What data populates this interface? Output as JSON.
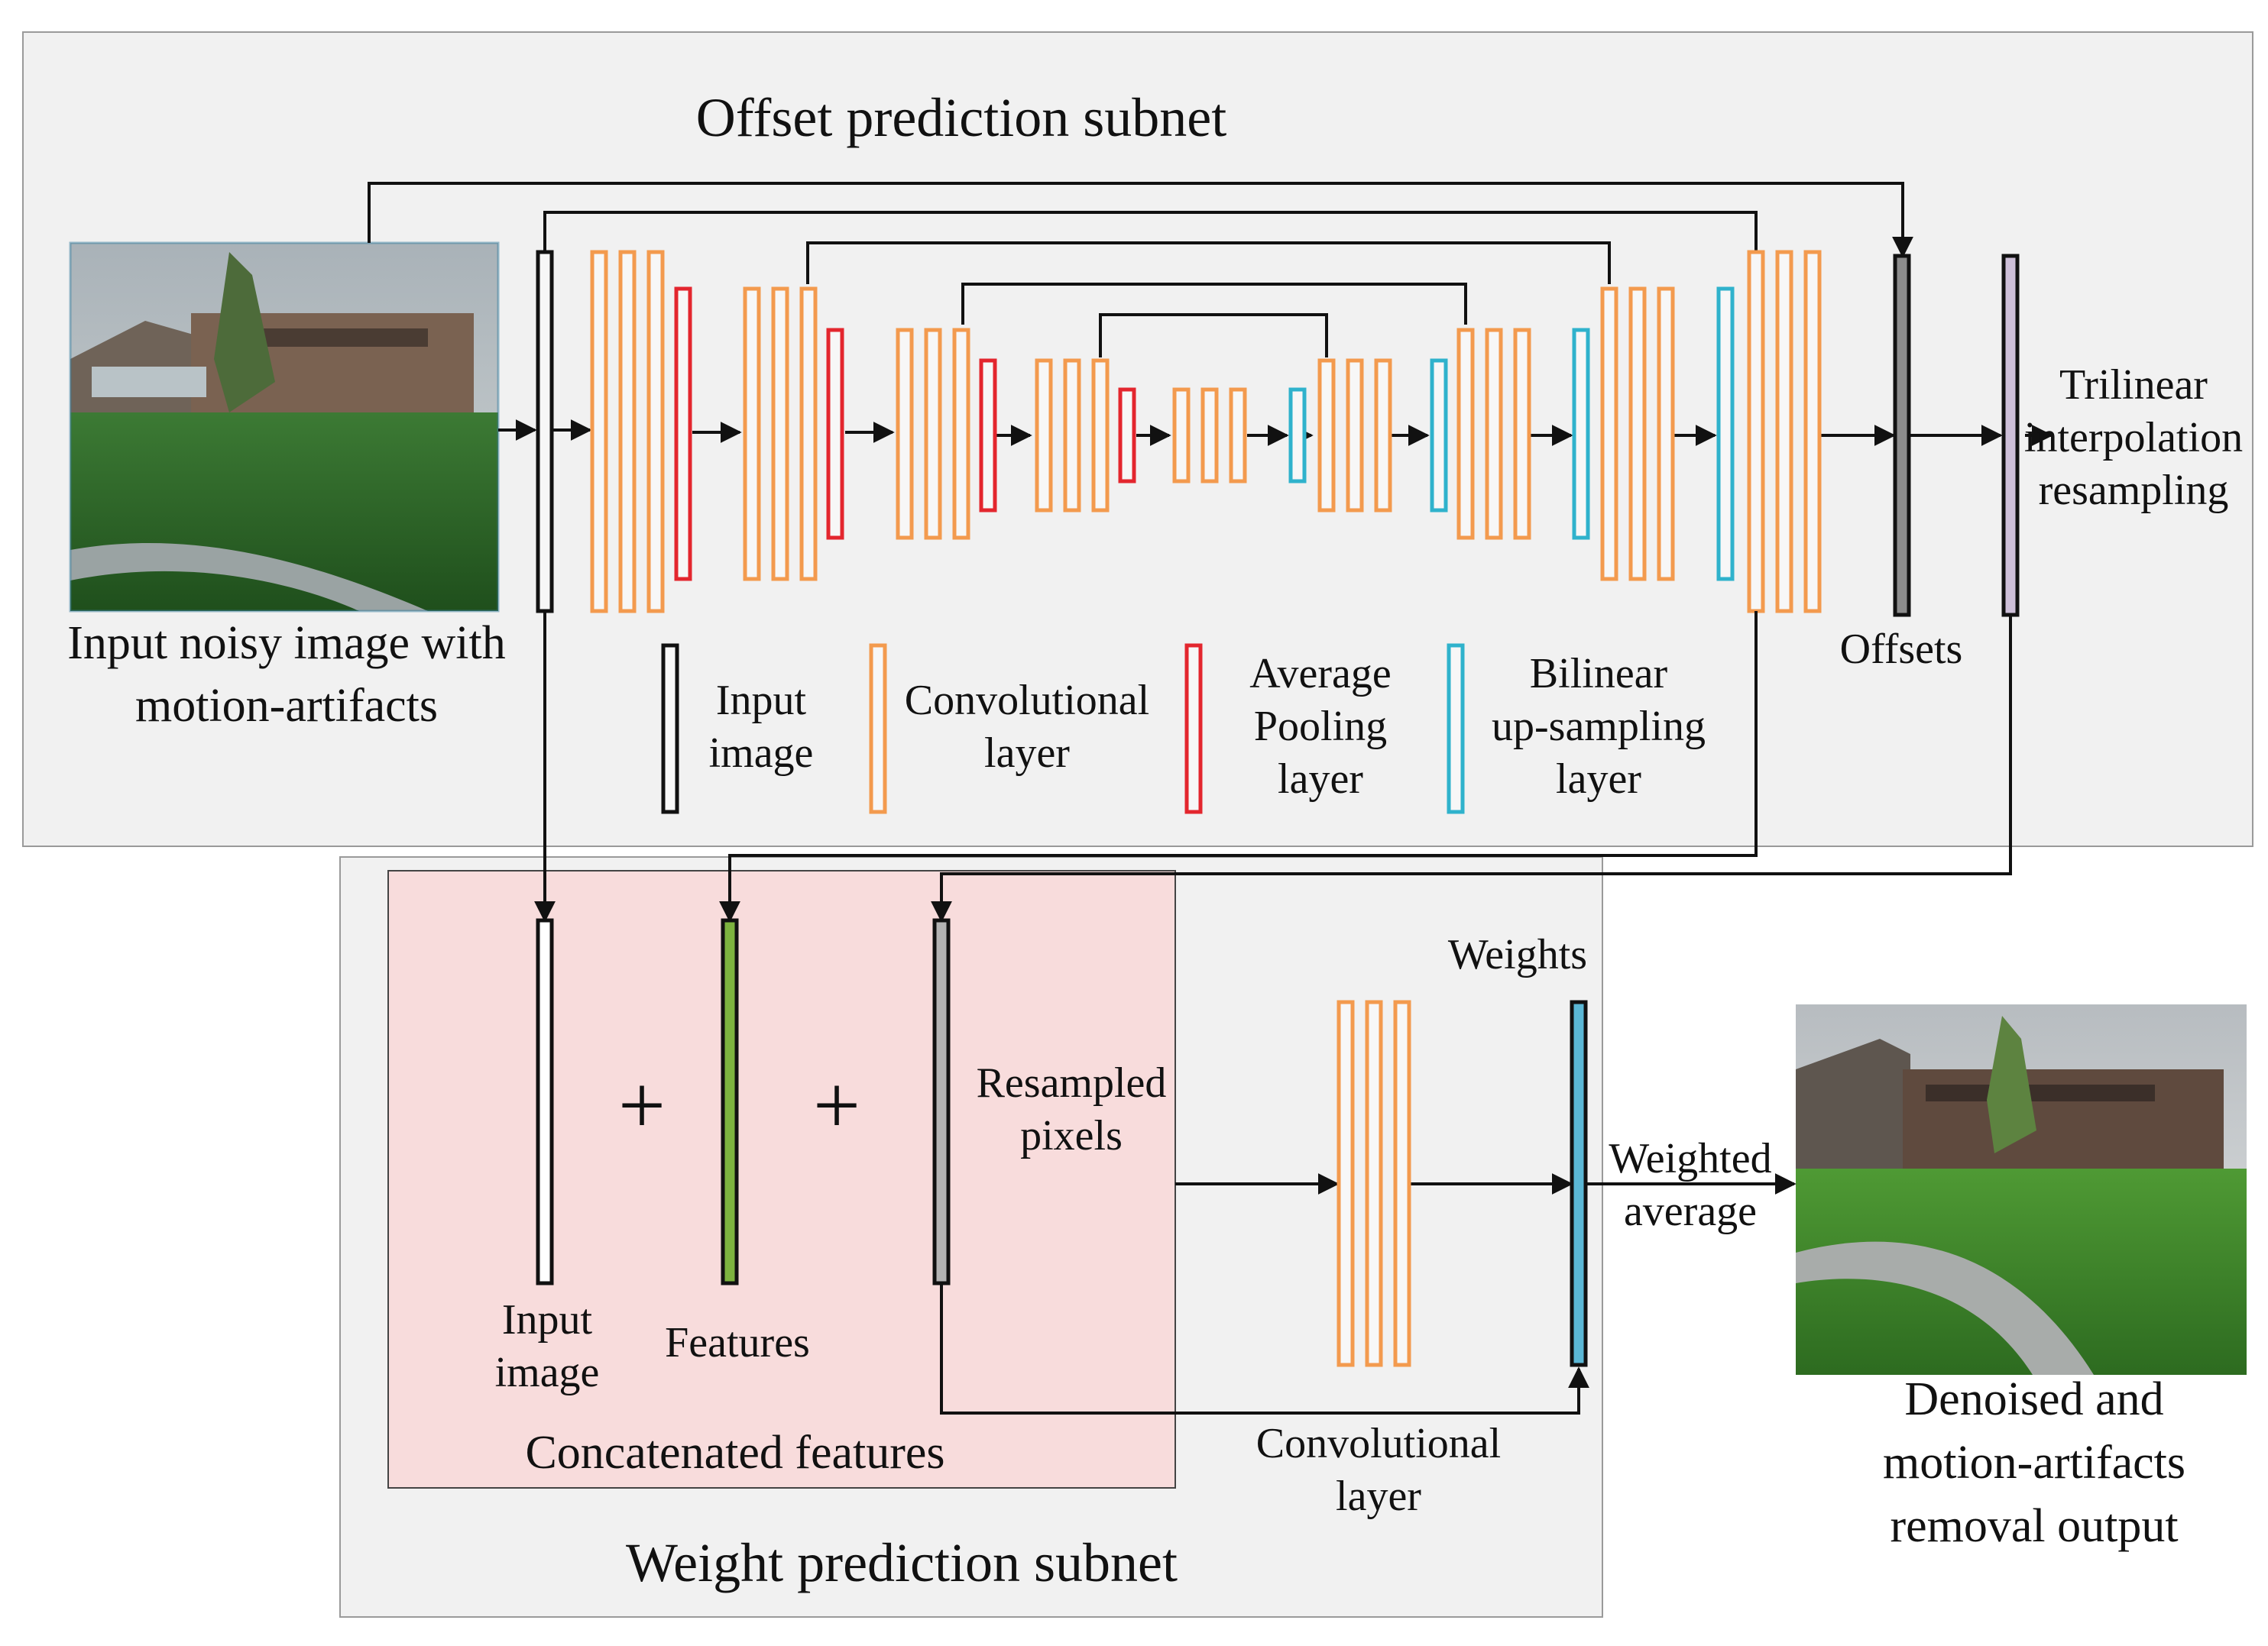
{
  "offset_subnet": {
    "title": "Offset prediction subnet",
    "input_caption": [
      "Input noisy image with",
      "motion-artifacts"
    ],
    "offsets_label": "Offsets",
    "resampling_label": [
      "Trilinear",
      "interpolation",
      "resampling"
    ]
  },
  "legend": {
    "input_image": [
      "Input",
      "image"
    ],
    "conv_layer": [
      "Convolutional",
      "layer"
    ],
    "avg_pool": [
      "Average",
      "Pooling",
      "layer"
    ],
    "bilinear": [
      "Bilinear",
      "up-sampling",
      "layer"
    ]
  },
  "weight_subnet": {
    "title": "Weight prediction subnet",
    "input_image": [
      "Input",
      "image"
    ],
    "features": "Features",
    "resampled": [
      "Resampled",
      "pixels"
    ],
    "concat": "Concatenated features",
    "plus": "+",
    "weights": "Weights",
    "conv_layer": [
      "Convolutional",
      "layer"
    ],
    "weighted_avg": [
      "Weighted",
      "average"
    ]
  },
  "output_caption": [
    "Denoised and",
    "motion-artifacts",
    "removal output"
  ],
  "colors": {
    "conv": "#f39a4e",
    "pool": "#e3262e",
    "upsample": "#2fb2cc",
    "offsets": "#8c8c8c",
    "resample": "#cdbfd8",
    "features": "#7db33f",
    "weights": "#5bb7d5",
    "concat_bg": "#f8dcdc",
    "panel_bg": "#f1f1f1"
  }
}
